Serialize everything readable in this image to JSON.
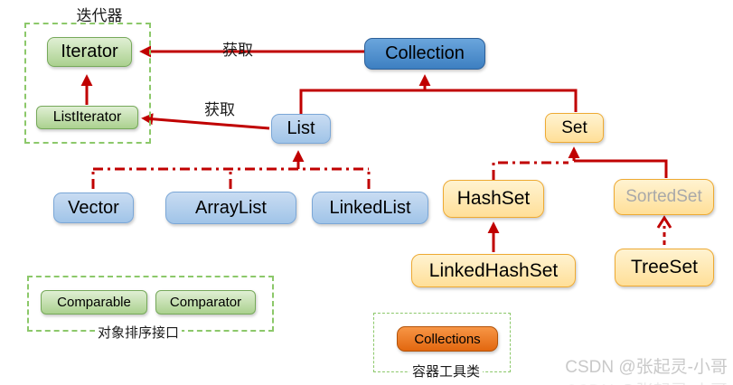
{
  "nodes": {
    "iterator": "Iterator",
    "list_iterator": "ListIterator",
    "collection": "Collection",
    "list": "List",
    "set": "Set",
    "vector": "Vector",
    "array_list": "ArrayList",
    "linked_list": "LinkedList",
    "hash_set": "HashSet",
    "sorted_set": "SortedSet",
    "linked_hash_set": "LinkedHashSet",
    "tree_set": "TreeSet",
    "comparable": "Comparable",
    "comparator": "Comparator",
    "collections": "Collections"
  },
  "labels": {
    "iterator_group": "迭代器",
    "get_top": "获取",
    "get_mid": "获取",
    "sorting_group": "对象排序接口",
    "utility_group": "容器工具类"
  },
  "watermark": {
    "text": "CSDN @张起灵-小哥"
  },
  "colors": {
    "arrow_red": "#c00000",
    "green_fill": "#bcd8a2",
    "green_border": "#76a95a",
    "dark_blue_fill": "#4a8bc9",
    "light_blue_fill": "#aecbec",
    "yellow_fill": "#ffe5a4",
    "yellow_border": "#eeaa33",
    "orange_fill": "#ec7622",
    "dashed_group_border": "#8cc86a",
    "sorted_set_text": "#a9a9a9",
    "watermark_text": "#c9c9c9"
  }
}
